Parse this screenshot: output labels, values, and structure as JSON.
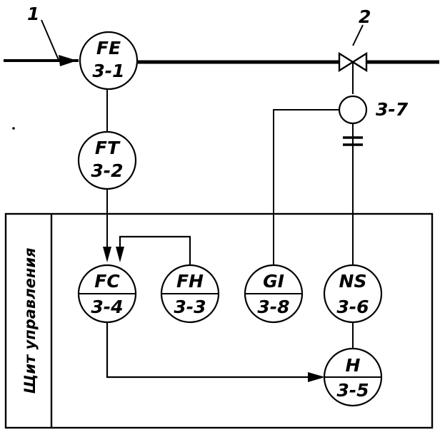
{
  "callouts": {
    "line_1": "1",
    "valve_2": "2",
    "actuator_3_7": "3-7"
  },
  "panel": {
    "title": "Щит управления"
  },
  "instruments": {
    "fe": {
      "code": "FE",
      "num": "3-1"
    },
    "ft": {
      "code": "FT",
      "num": "3-2"
    },
    "fc": {
      "code": "FC",
      "num": "3-4"
    },
    "fh": {
      "code": "FH",
      "num": "3-3"
    },
    "gi": {
      "code": "GI",
      "num": "3-8"
    },
    "ns": {
      "code": "NS",
      "num": "3-6"
    },
    "h": {
      "code": "H",
      "num": "3-5"
    }
  }
}
